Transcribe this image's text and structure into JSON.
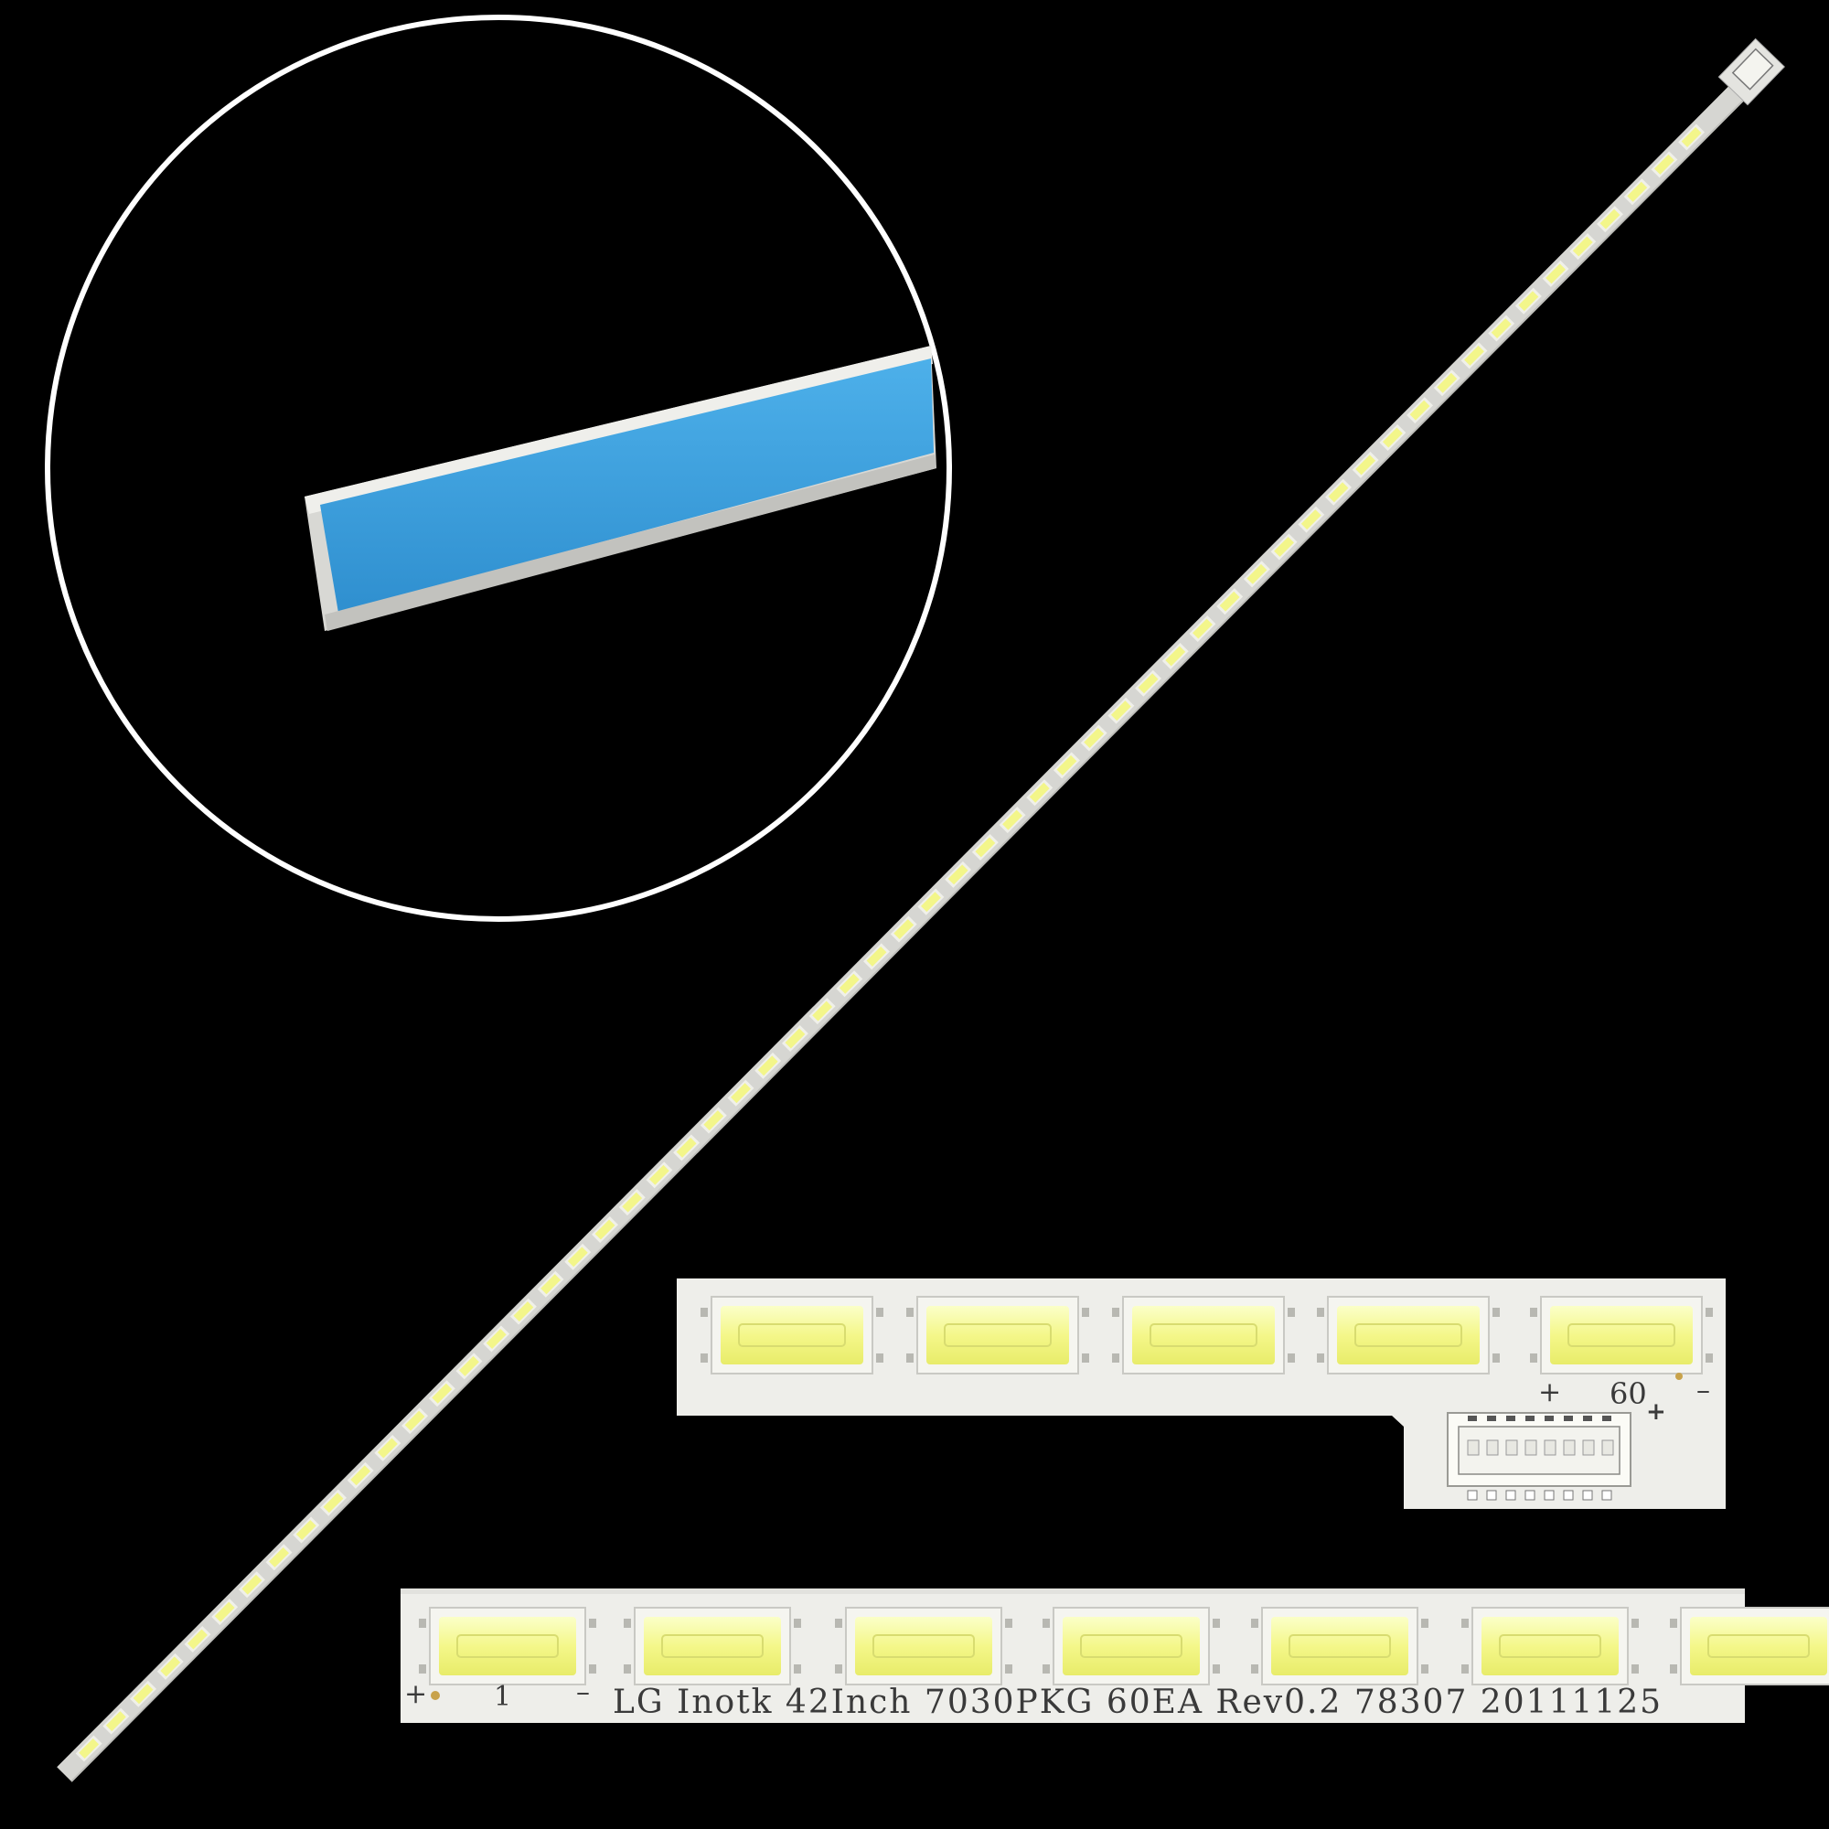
{
  "image": {
    "subject": "LED backlight strip",
    "background_color": "#000000"
  },
  "zoom_marking": {
    "plus_label": "+",
    "index_label": "60",
    "minus_label": "–",
    "connector_plus_label": "+"
  },
  "zoom_label": {
    "plus_label": "+",
    "index_label": "1",
    "minus_label": "–",
    "part_marking": "LG Inotk 42Inch 7030PKG 60EA Rev0.2 78307 20111125"
  },
  "colors": {
    "strip_silver": "#d9d9d6",
    "led_yellow": "#f2f58a",
    "led_frame": "#eeeeea",
    "tape_blue": "#3aa0dc",
    "circle_outline": "#ffffff"
  }
}
